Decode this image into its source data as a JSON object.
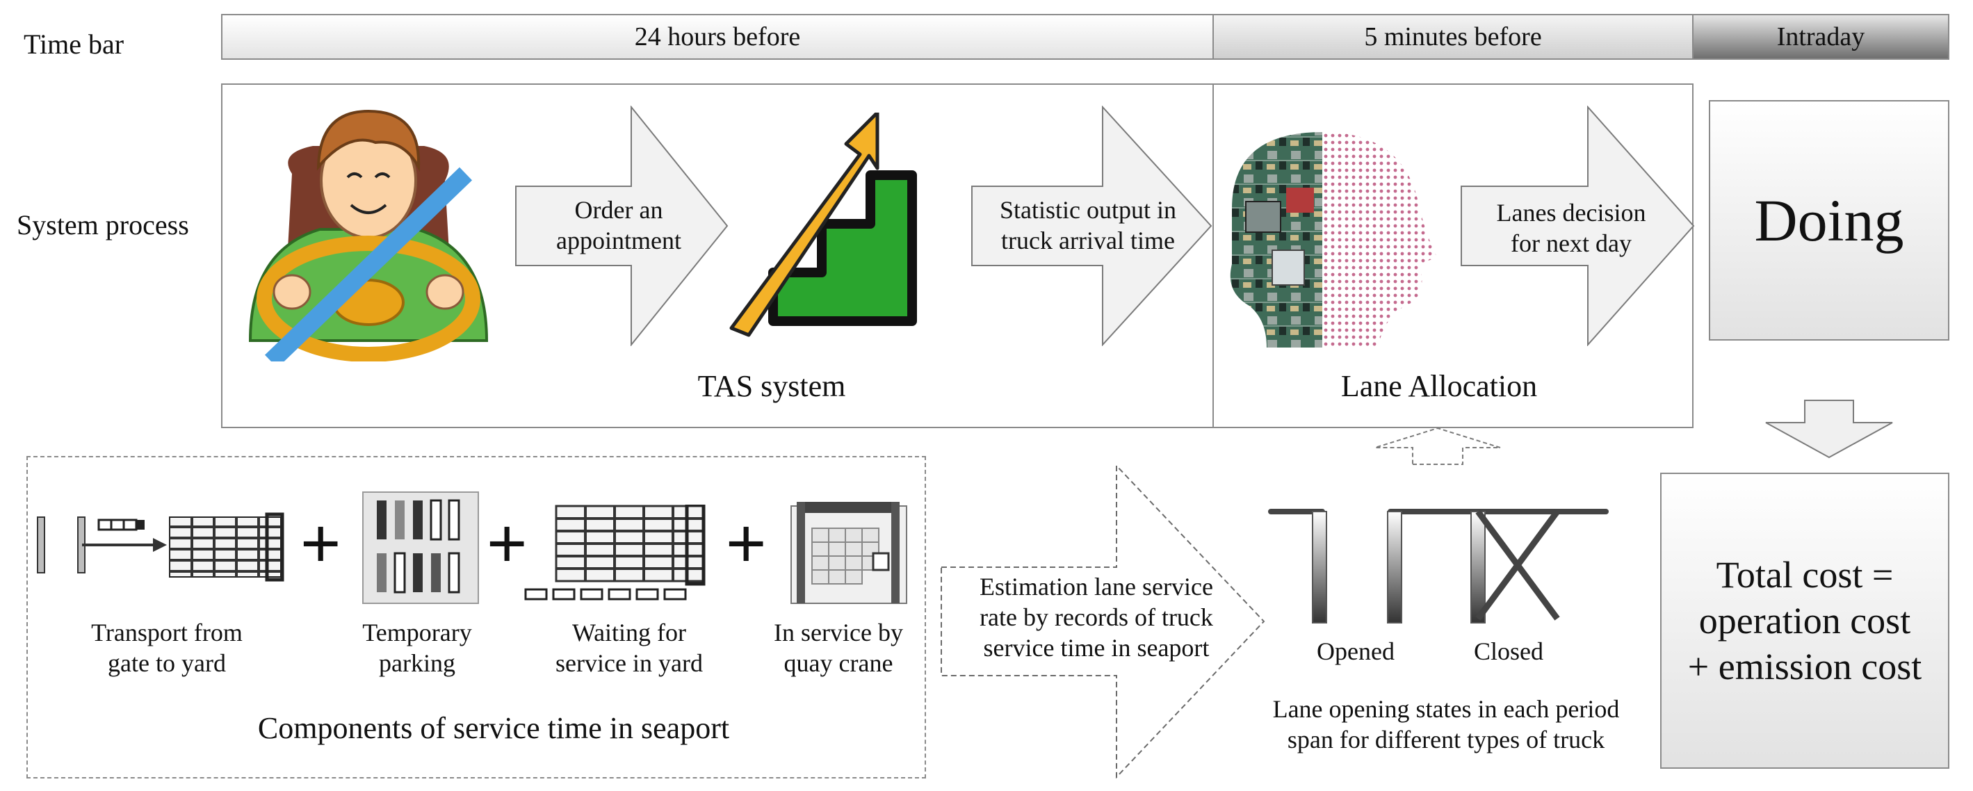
{
  "row_labels": {
    "time_bar": "Time bar",
    "system_process": "System process"
  },
  "time_bar": {
    "phase_24h": "24 hours before",
    "phase_5min": "5 minutes before",
    "phase_intraday": "Intraday"
  },
  "system_process": {
    "arrow_order": [
      "Order an",
      "appointment"
    ],
    "arrow_statistic": [
      "Statistic output in",
      "truck arrival time"
    ],
    "arrow_lanes": [
      "Lanes decision",
      "for next day"
    ],
    "tas_label": "TAS system",
    "lane_allocation_label": "Lane Allocation",
    "doing_label": "Doing"
  },
  "components": {
    "items": [
      [
        "Transport from",
        "gate to yard"
      ],
      [
        "Temporary",
        "parking"
      ],
      [
        "Waiting for",
        "service in yard"
      ],
      [
        "In service by",
        "quay crane"
      ]
    ],
    "plus_sign": "+",
    "caption": "Components of service time in seaport"
  },
  "estimation_arrow": [
    "Estimation lane service",
    "rate by records of truck",
    "service time in seaport"
  ],
  "lane_states": {
    "opened": "Opened",
    "closed": "Closed",
    "caption": [
      "Lane opening states in each period",
      "span for different types of truck"
    ]
  },
  "total_cost": [
    "Total cost =",
    "operation cost",
    "+ emission cost"
  ],
  "icons": [
    "driver-icon",
    "growth-stairs-icon",
    "circuit-head-icon",
    "gate-to-yard-icon",
    "parking-lot-icon",
    "yard-stack-icon",
    "quay-crane-icon",
    "lane-state-icon"
  ],
  "colors": {
    "driver_shirt": "#5fb84b",
    "steering_wheel": "#e8a319",
    "stairs_green": "#2aa52e",
    "arrow_orange": "#f4b228",
    "seatbelt_blue": "#4a9ee0"
  }
}
